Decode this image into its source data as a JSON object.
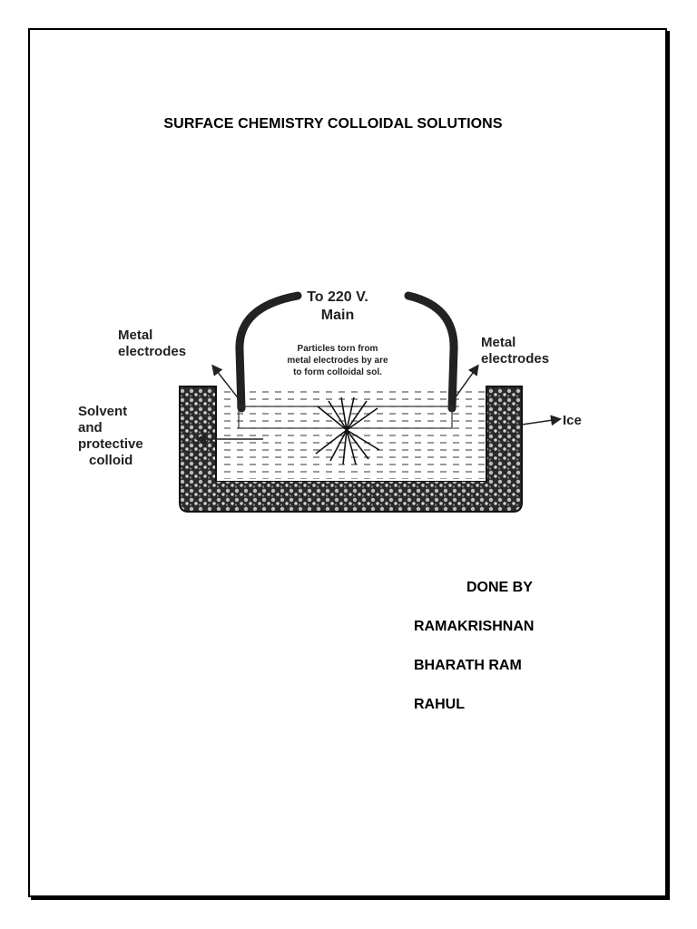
{
  "document": {
    "title": "SURFACE CHEMISTRY COLLOIDAL SOLUTIONS"
  },
  "figure": {
    "supply_label_line1": "To 220 V.",
    "supply_label_line2": "Main",
    "left_electrode_label_line1": "Metal",
    "left_electrode_label_line2": "electrodes",
    "right_electrode_label_line1": "Metal",
    "right_electrode_label_line2": "electrodes",
    "particles_note_line1": "Particles torn from",
    "particles_note_line2": "metal electrodes by are",
    "particles_note_line3": "to form colloidal sol.",
    "solvent_label_line1": "Solvent",
    "solvent_label_line2": "and",
    "solvent_label_line3": "protective",
    "solvent_label_line4": "colloid",
    "ice_label": "Ice"
  },
  "credits": {
    "heading": "DONE BY",
    "authors": [
      "RAMAKRISHNAN",
      "BHARATH RAM",
      "RAHUL"
    ]
  }
}
